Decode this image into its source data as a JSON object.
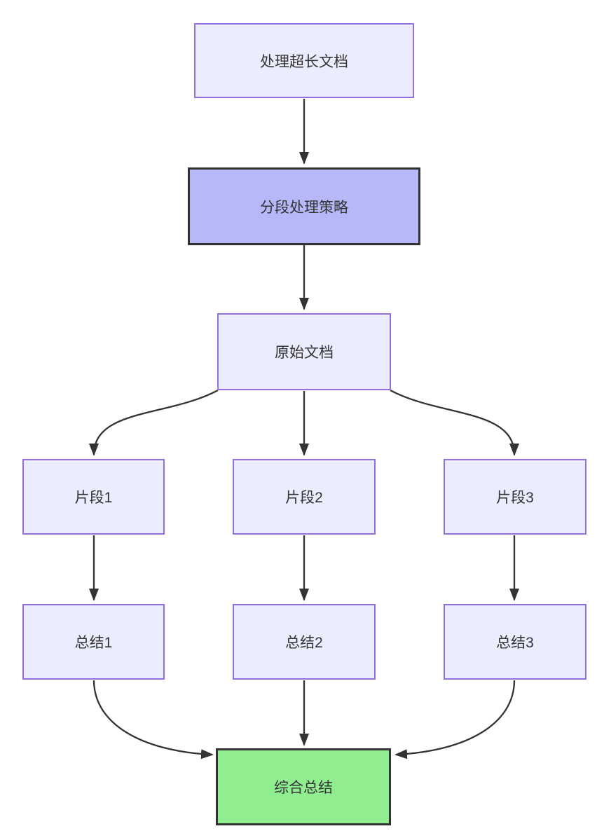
{
  "diagram": {
    "kind": "flowchart-top-down",
    "background": "#ffffff",
    "colors": {
      "node_fill": "#ECECFF",
      "node_border": "#9370DB",
      "emphasis_fill": "#B6B8F8",
      "emphasis_border": "#333333",
      "final_fill": "#90EE90",
      "final_border": "#333333",
      "edge": "#333333",
      "text": "#333333"
    },
    "nodes": [
      {
        "id": "A",
        "label": "处理超长文档",
        "style": "default"
      },
      {
        "id": "B",
        "label": "分段处理策略",
        "style": "emphasis"
      },
      {
        "id": "C",
        "label": "原始文档",
        "style": "default"
      },
      {
        "id": "D",
        "label": "片段1",
        "style": "default"
      },
      {
        "id": "E",
        "label": "片段2",
        "style": "default"
      },
      {
        "id": "F",
        "label": "片段3",
        "style": "default"
      },
      {
        "id": "G",
        "label": "总结1",
        "style": "default"
      },
      {
        "id": "H",
        "label": "总结2",
        "style": "default"
      },
      {
        "id": "I",
        "label": "总结3",
        "style": "default"
      },
      {
        "id": "J",
        "label": "综合总结",
        "style": "final"
      }
    ],
    "edges": [
      {
        "from": "处理超长文档",
        "to": "分段处理策略"
      },
      {
        "from": "分段处理策略",
        "to": "原始文档"
      },
      {
        "from": "原始文档",
        "to": "片段1"
      },
      {
        "from": "原始文档",
        "to": "片段2"
      },
      {
        "from": "原始文档",
        "to": "片段3"
      },
      {
        "from": "片段1",
        "to": "总结1"
      },
      {
        "from": "片段2",
        "to": "总结2"
      },
      {
        "from": "片段3",
        "to": "总结3"
      },
      {
        "from": "总结1",
        "to": "综合总结"
      },
      {
        "from": "总结2",
        "to": "综合总结"
      },
      {
        "from": "总结3",
        "to": "综合总结"
      }
    ]
  }
}
